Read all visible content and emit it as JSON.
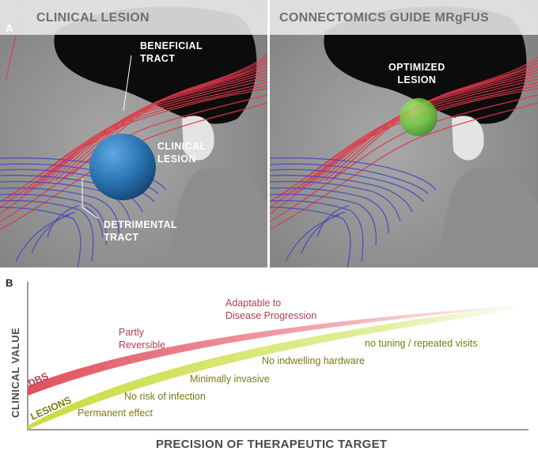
{
  "panel_a": {
    "letter": "A",
    "left_title": "CLINICAL LESION",
    "right_title": "CONNECTOMICS GUIDE MRgFUS",
    "beneficial_line1": "BENEFICIAL",
    "beneficial_line2": "TRACT",
    "clinical_line1": "CLINICAL",
    "clinical_line2": "LESION",
    "detrimental_line1": "DETRIMENTAL",
    "detrimental_line2": "TRACT",
    "optimized_line1": "OPTIMIZED",
    "optimized_line2": "LESION",
    "colors": {
      "beneficial_tract": "#e03848",
      "detrimental_tract": "#4848c0",
      "clinical_lesion": "#1f6fb0",
      "optimized_lesion": "#6cc83a"
    }
  },
  "panel_b": {
    "letter": "B",
    "y_axis_label": "CLINICAL VALUE",
    "x_axis_label": "PRECISION OF THERAPEUTIC TARGET",
    "dbs_label": "DBS",
    "lesions_label": "LESIONS",
    "dbs_features": {
      "adaptable_line1": "Adaptable to",
      "adaptable_line2": "Disease Progression",
      "partly_line1": "Partly",
      "partly_line2": "Reversible"
    },
    "lesion_features": {
      "no_tuning": "no tuning / repeated visits",
      "no_hardware": "No indwelling hardware",
      "min_invasive": "Minimally invasive",
      "no_infection": "No risk of infection",
      "permanent": "Permanent effect"
    },
    "colors": {
      "dbs": "#e0505c",
      "lesions": "#c8dc3c",
      "dbs_text": "#b04050",
      "lesion_text": "#7a7a14"
    }
  }
}
